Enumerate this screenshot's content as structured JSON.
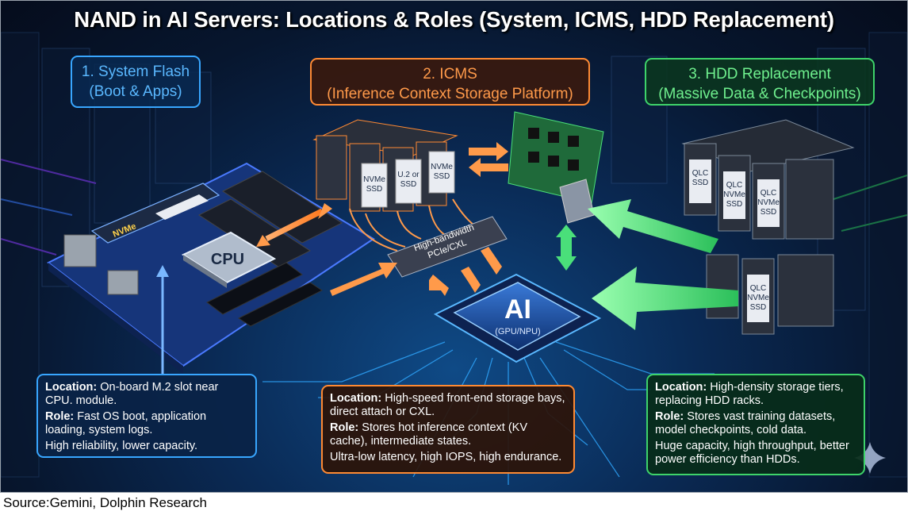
{
  "title": "NAND in AI Servers: Locations & Roles (System, ICMS, HDD Replacement)",
  "sections": [
    {
      "header_line1": "1. System Flash",
      "header_line2": "(Boot & Apps)",
      "location_label": "Location:",
      "location_text": " On-board M.2 slot near CPU. module.",
      "role_label": "Role:",
      "role_text": " Fast OS boot, application loading, system logs.",
      "note": "High reliability, lower capacity.",
      "color": "#38a6ff"
    },
    {
      "header_line1": "2. ICMS",
      "header_line2": "(Inference Context Storage Platform)",
      "location_label": "Location:",
      "location_text": " High-speed front-end storage bays, direct attach or CXL.",
      "role_label": "Role:",
      "role_text": " Stores hot inference context (KV cache), intermediate states.",
      "note": "Ultra-low latency, high IOPS, high endurance.",
      "color": "#ff8a33"
    },
    {
      "header_line1": "3. HDD Replacement",
      "header_line2": "(Massive Data & Checkpoints)",
      "location_label": "Location:",
      "location_text": " High-density storage tiers, replacing HDD racks.",
      "role_label": "Role:",
      "role_text": " Stores vast training datasets, model checkpoints, cold data.",
      "note": "Huge capacity, high throughput, better power efficiency than HDDs.",
      "color": "#3ed36a"
    }
  ],
  "art_labels": {
    "cpu": "CPU",
    "nvme_stick": "NVMe",
    "ai_chip": "AI",
    "ai_chip_sub": "(GPU/NPU)",
    "interconnect_line1": "High-bandwidth",
    "interconnect_line2": "PCIe/CXL",
    "ssd_nvme_a": "NVMe",
    "ssd_nvme_b": "SSD",
    "ssd_u2_a": "U.2 or",
    "ssd_u2_b": "SSD",
    "qlc_a": "QLC",
    "qlc_b": "NVMe",
    "qlc_c": "SSD"
  },
  "source": "Source:Gemini, Dolphin Research"
}
